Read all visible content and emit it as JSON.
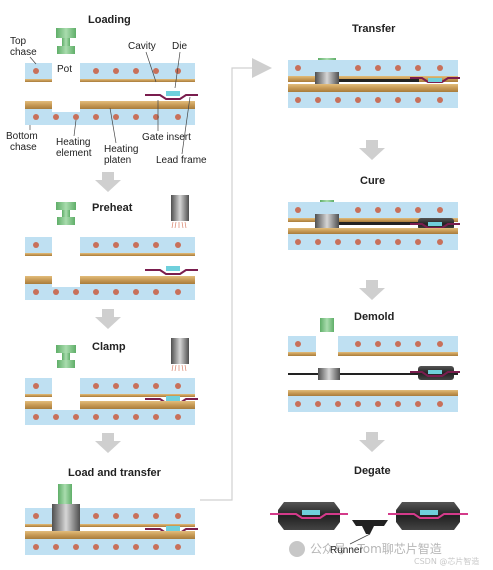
{
  "steps": {
    "loading": "Loading",
    "preheat": "Preheat",
    "clamp": "Clamp",
    "load_transfer": "Load and transfer",
    "transfer": "Transfer",
    "cure": "Cure",
    "demold": "Demold",
    "degate": "Degate"
  },
  "labels": {
    "top_chase_1": "Top",
    "top_chase_2": "chase",
    "pot": "Pot",
    "cavity": "Cavity",
    "die": "Die",
    "bottom_chase_1": "Bottom",
    "bottom_chase_2": "chase",
    "heating_element_1": "Heating",
    "heating_element_2": "element",
    "heating_platen_1": "Heating",
    "heating_platen_2": "platen",
    "gate_insert": "Gate insert",
    "lead_frame": "Lead frame",
    "runner": "Runner"
  },
  "watermark": {
    "main": "公众号 · Tom聊芯片智造",
    "sub": "CSDN @芯片智造"
  },
  "colors": {
    "chase_blue": "#bfe0f2",
    "heater_dot": "#c8705a",
    "platen_tan": "#c79a55",
    "plunger_green": "#8cc88f",
    "lead_frame": "#7a1d4e",
    "die_cyan": "#6fd0dc",
    "mold_compound": "#2b2b2b",
    "arrow_gray": "#cfcfcf"
  }
}
